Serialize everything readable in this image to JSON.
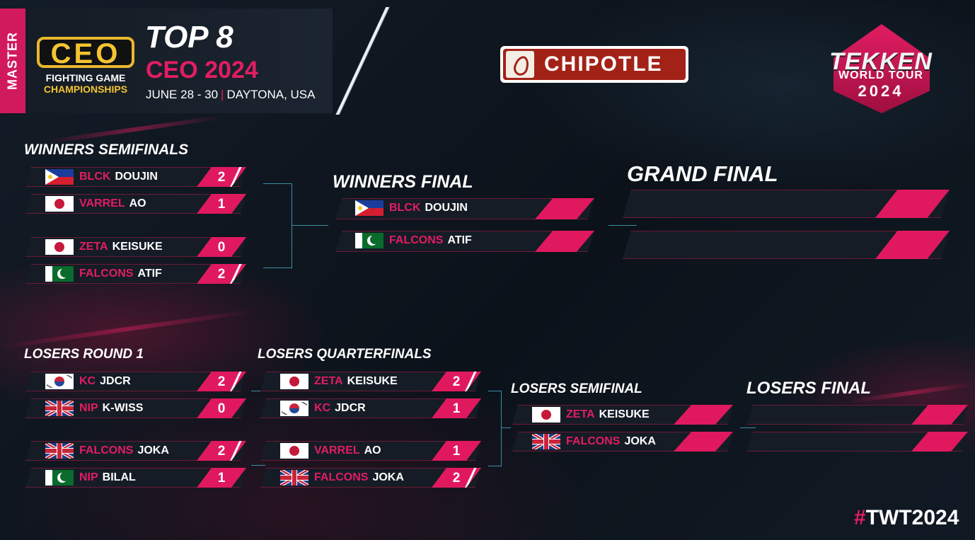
{
  "header": {
    "tier": "MASTER",
    "organizer_logo_text": "CEO",
    "organizer_sub1": "FIGHTING GAME",
    "organizer_sub2": "CHAMPIONSHIPS",
    "title": "TOP 8",
    "event": "CEO 2024",
    "dates": "JUNE 28 - 30",
    "location": "DAYTONA, USA"
  },
  "sponsor": {
    "name": "CHIPOTLE"
  },
  "tour_logo": {
    "word": "TEKKEN",
    "sub": "WORLD TOUR",
    "year": "2024"
  },
  "colors": {
    "accent": "#e0195f",
    "connector": "#3d8ea2"
  },
  "sections": {
    "winners_semis": "WINNERS SEMIFINALS",
    "winners_final": "WINNERS FINAL",
    "grand_final": "GRAND FINAL",
    "losers_r1": "LOSERS ROUND 1",
    "losers_qf": "LOSERS QUARTERFINALS",
    "losers_sf": "LOSERS SEMIFINAL",
    "losers_final": "LOSERS FINAL"
  },
  "matches": {
    "ws1": [
      {
        "flag": "philippines-flag",
        "team": "BLCK",
        "player": "DOUJIN",
        "score": "2",
        "winner": true
      },
      {
        "flag": "japan-flag",
        "team": "VARREL",
        "player": "AO",
        "score": "1",
        "winner": false
      }
    ],
    "ws2": [
      {
        "flag": "japan-flag",
        "team": "ZETA",
        "player": "KEISUKE",
        "score": "0",
        "winner": false
      },
      {
        "flag": "pakistan-flag",
        "team": "FALCONS",
        "player": "ATIF",
        "score": "2",
        "winner": true
      }
    ],
    "wf": [
      {
        "flag": "philippines-flag",
        "team": "BLCK",
        "player": "DOUJIN"
      },
      {
        "flag": "pakistan-flag",
        "team": "FALCONS",
        "player": "ATIF"
      }
    ],
    "lr1a": [
      {
        "flag": "korea-flag",
        "team": "KC",
        "player": "JDCR",
        "score": "2",
        "winner": true
      },
      {
        "flag": "uk-flag",
        "team": "NIP",
        "player": "K-WISS",
        "score": "0",
        "winner": false
      }
    ],
    "lr1b": [
      {
        "flag": "uk-flag",
        "team": "FALCONS",
        "player": "JOKA",
        "score": "2",
        "winner": true
      },
      {
        "flag": "pakistan-flag",
        "team": "NIP",
        "player": "BILAL",
        "score": "1",
        "winner": false
      }
    ],
    "lqfa": [
      {
        "flag": "japan-flag",
        "team": "ZETA",
        "player": "KEISUKE",
        "score": "2",
        "winner": true
      },
      {
        "flag": "korea-flag",
        "team": "KC",
        "player": "JDCR",
        "score": "1",
        "winner": false
      }
    ],
    "lqfb": [
      {
        "flag": "japan-flag",
        "team": "VARREL",
        "player": "AO",
        "score": "1",
        "winner": false
      },
      {
        "flag": "uk-flag",
        "team": "FALCONS",
        "player": "JOKA",
        "score": "2",
        "winner": true
      }
    ],
    "lsf": [
      {
        "flag": "japan-flag",
        "team": "ZETA",
        "player": "KEISUKE"
      },
      {
        "flag": "uk-flag",
        "team": "FALCONS",
        "player": "JOKA"
      }
    ]
  },
  "hashtag": {
    "symbol": "#",
    "text": "TWT2024"
  }
}
